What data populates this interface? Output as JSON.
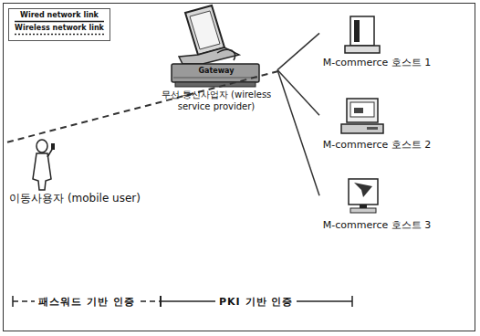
{
  "diagram": {
    "nodes": [
      {
        "text": [
          "이동사용자 (mobile user)"
        ]
      },
      {
        "text": [
          "Gateway",
          "무선 통신사업자 (wireless service provider)"
        ]
      },
      {
        "text": [
          "M-commerce 호스트 1"
        ]
      },
      {
        "text": [
          "M-commerce 호스트 2"
        ]
      },
      {
        "text": [
          "M-commerce 호스트 3"
        ]
      }
    ],
    "edges": [
      {
        "from": 0,
        "to": 1,
        "arrow": "none"
      },
      {
        "from": 1,
        "to": 2,
        "arrow": "none"
      },
      {
        "from": 1,
        "to": 3,
        "arrow": "none"
      },
      {
        "from": 1,
        "to": 4,
        "arrow": "none"
      }
    ],
    "labels": [
      "패스워드 기반 인증",
      "PKI 기반 인증"
    ],
    "legend": [
      {
        "text": "Wired network link"
      },
      {
        "text": "Wireless network link"
      }
    ]
  }
}
